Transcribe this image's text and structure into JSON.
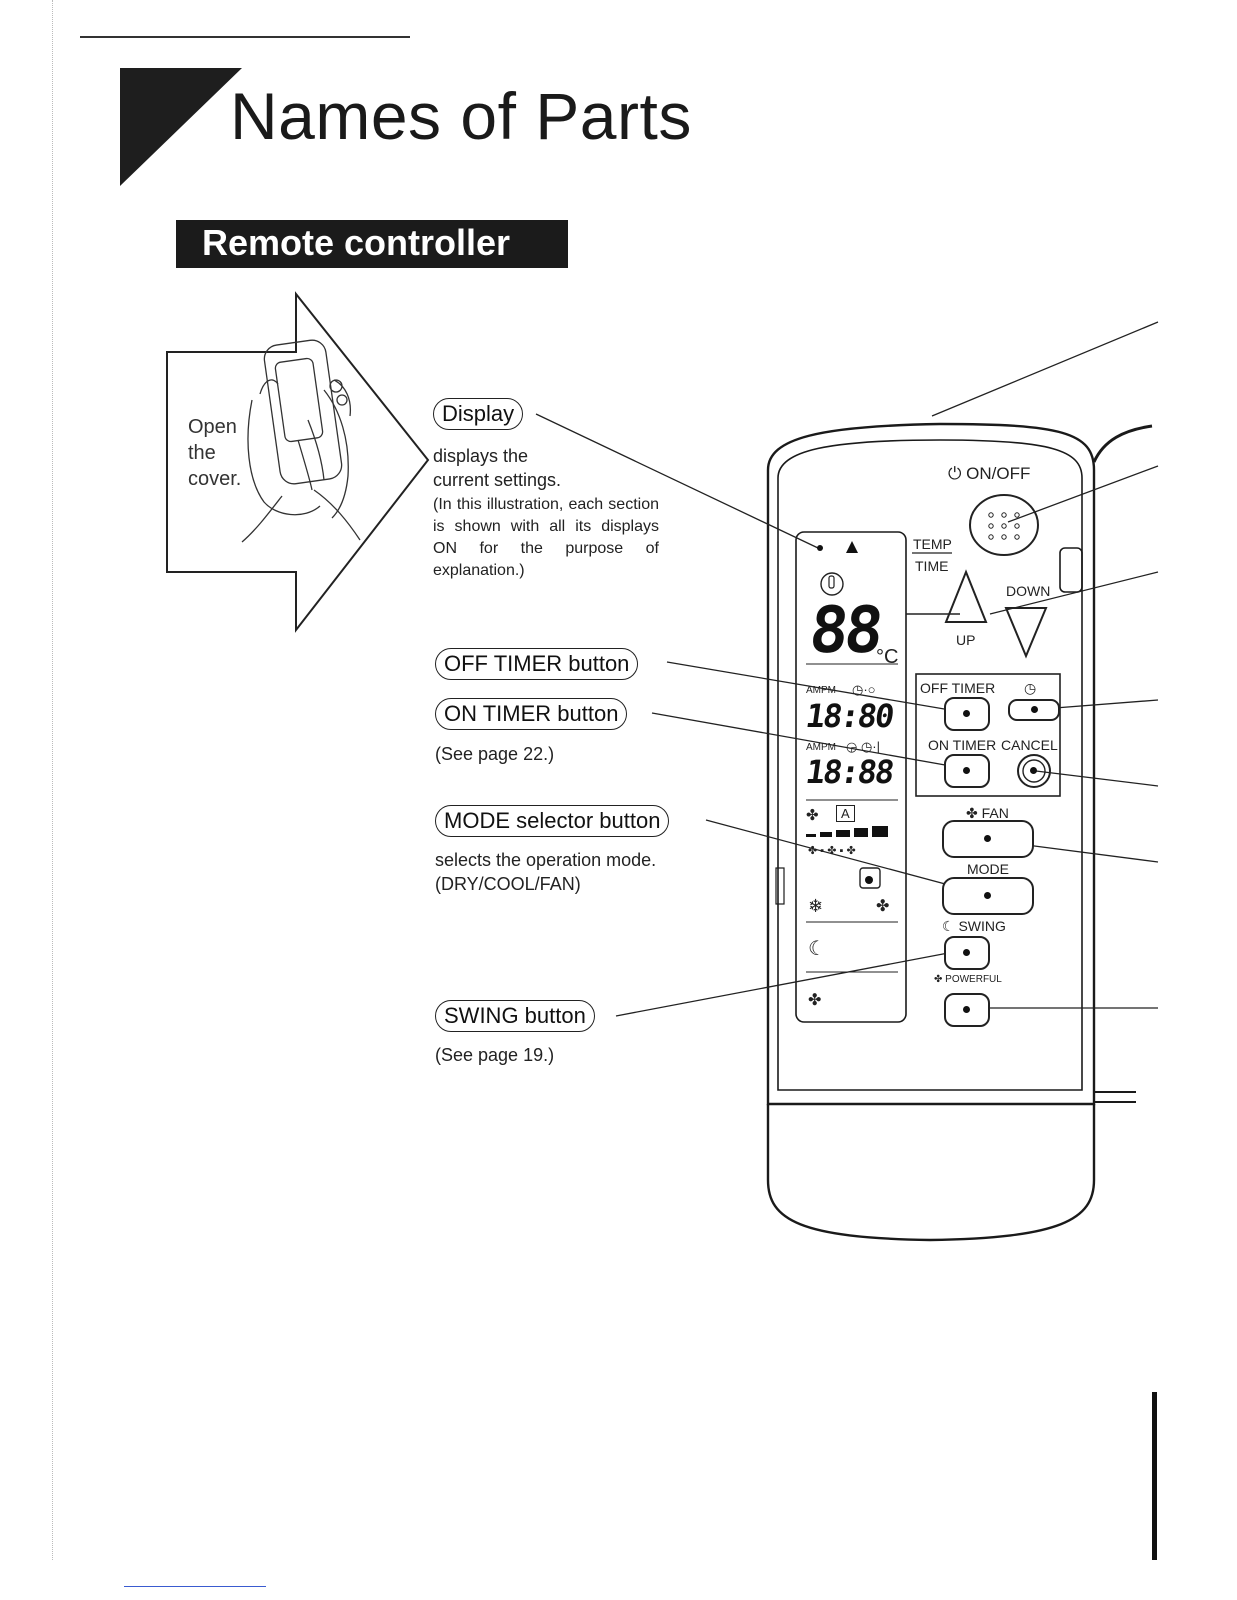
{
  "page": {
    "title": "Names of Parts",
    "section": "Remote controller"
  },
  "illustration": {
    "open_cover_text": [
      "Open",
      "the",
      "cover."
    ]
  },
  "callouts": {
    "display": {
      "label": "Display",
      "desc": [
        "displays the",
        "current settings."
      ],
      "note": "(In this illustration, each section is shown with all its displays ON for the purpose of explanation.)"
    },
    "off_timer": {
      "label": "OFF TIMER button"
    },
    "on_timer": {
      "label": "ON TIMER button",
      "desc": "(See page 22.)"
    },
    "mode": {
      "label": "MODE selector button",
      "desc": [
        "selects the operation mode.",
        "(DRY/COOL/FAN)"
      ]
    },
    "swing": {
      "label": "SWING button",
      "desc": "(See page 19.)"
    }
  },
  "remote": {
    "on_off": "ON/OFF",
    "temp": "TEMP",
    "time": "TIME",
    "up": "UP",
    "down": "DOWN",
    "off_timer": "OFF TIMER",
    "on_timer": "ON TIMER",
    "cancel": "CANCEL",
    "fan": "FAN",
    "mode": "MODE",
    "swing": "SWING",
    "powerful": "POWERFUL",
    "display": {
      "temp_digits": "88",
      "unit": "°C",
      "ampm": "AMPM",
      "time1": "18:80",
      "time2": "18:88",
      "auto": "A"
    }
  }
}
